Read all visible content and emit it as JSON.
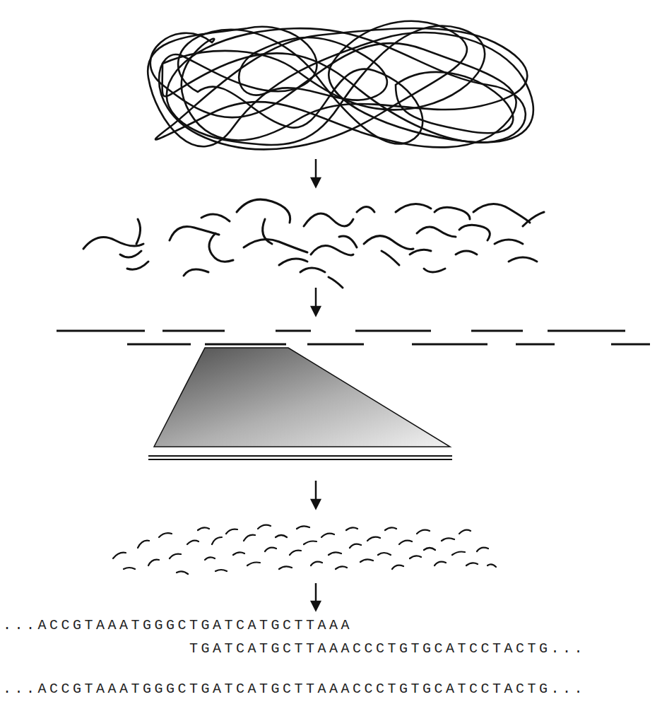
{
  "diagram": {
    "labels": [
      "...ACCGTAAATGGGCTGATCATGCTTAAA",
      "TGATCATGCTTAAACCCTGTGCATCCTACTG...",
      "...ACCGTAAATGGGCTGATCATGCTTAAACCCTGTGCATCCTACTG..."
    ]
  }
}
